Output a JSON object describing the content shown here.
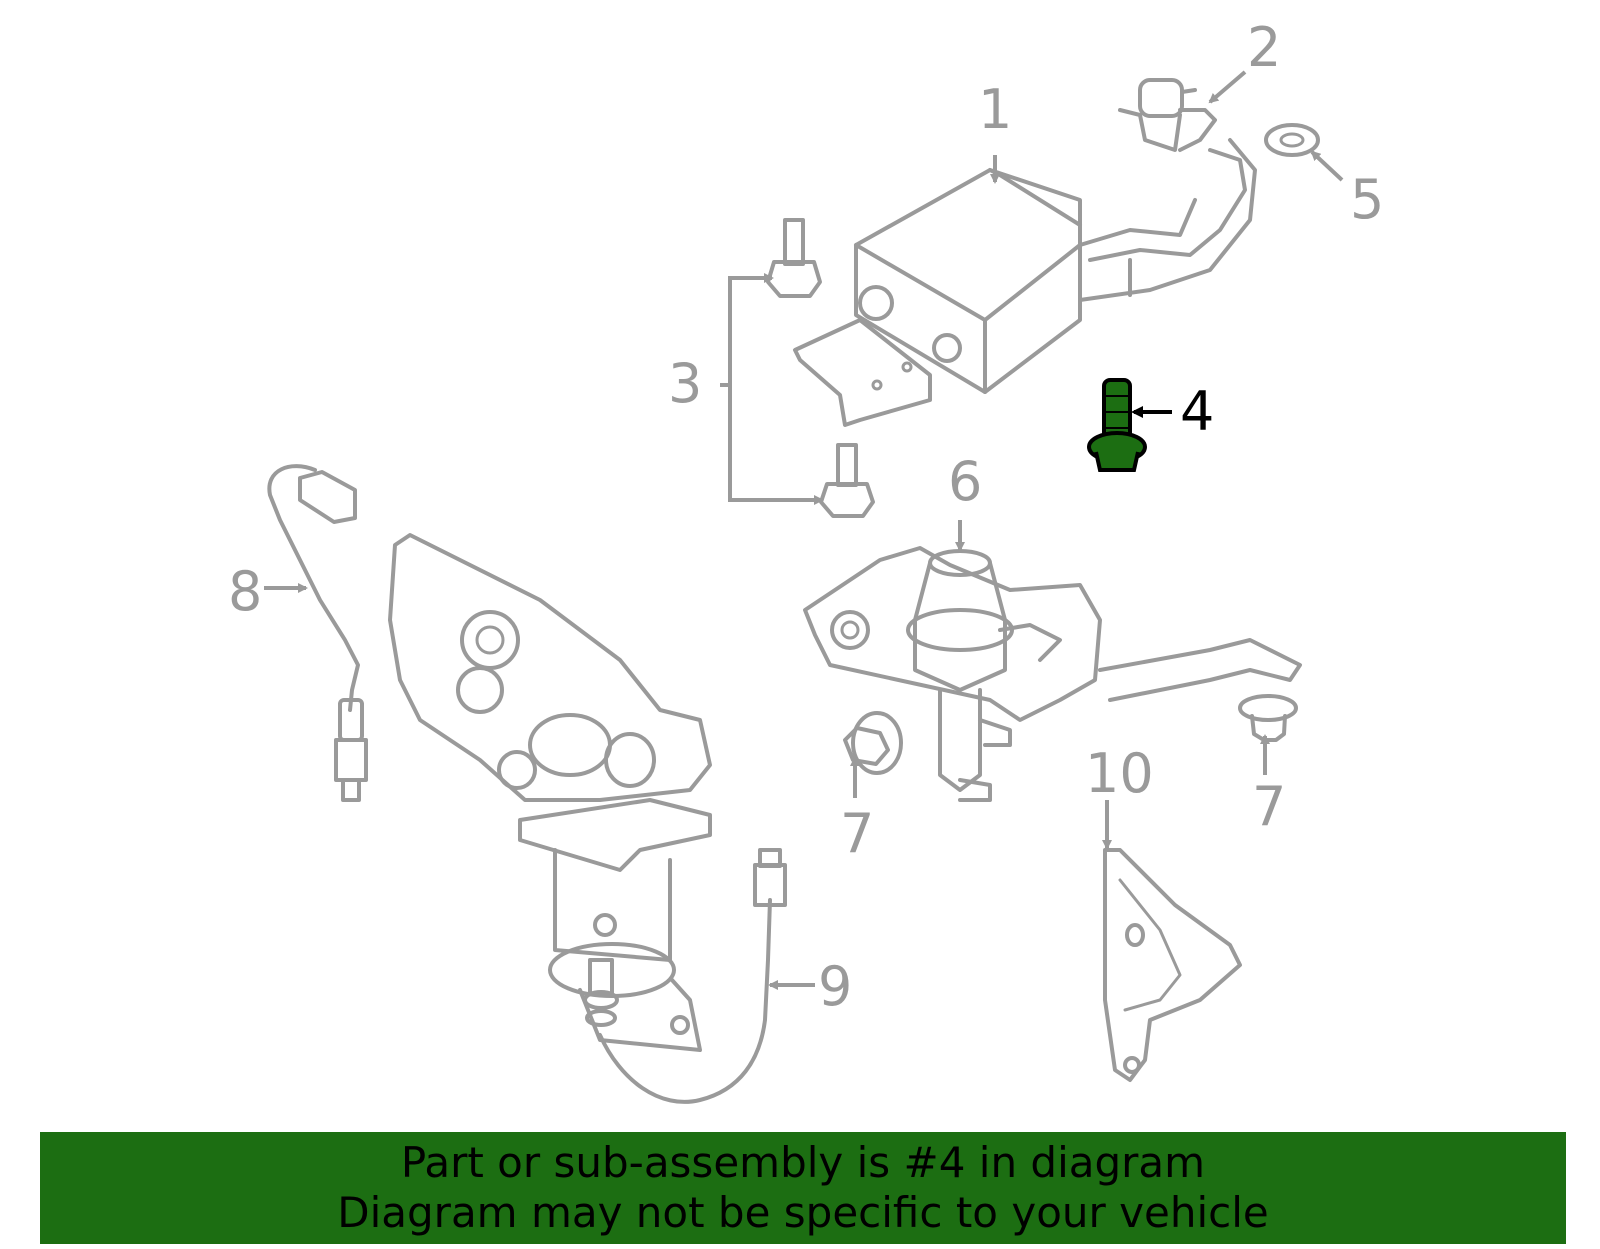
{
  "colors": {
    "part_stroke": "#9a9a9a",
    "highlight_fill": "#1c6e12",
    "banner_bg": "#1c6e12",
    "banner_text": "#000000"
  },
  "callouts": {
    "c1": "1",
    "c2": "2",
    "c3": "3",
    "c4": "4",
    "c5": "5",
    "c6": "6",
    "c7a": "7",
    "c7b": "7",
    "c8": "8",
    "c9": "9",
    "c10": "10"
  },
  "highlighted_part": "4",
  "banner": {
    "line1": "Part or sub-assembly is #4 in diagram",
    "line2": "Diagram may not be specific to your vehicle"
  }
}
